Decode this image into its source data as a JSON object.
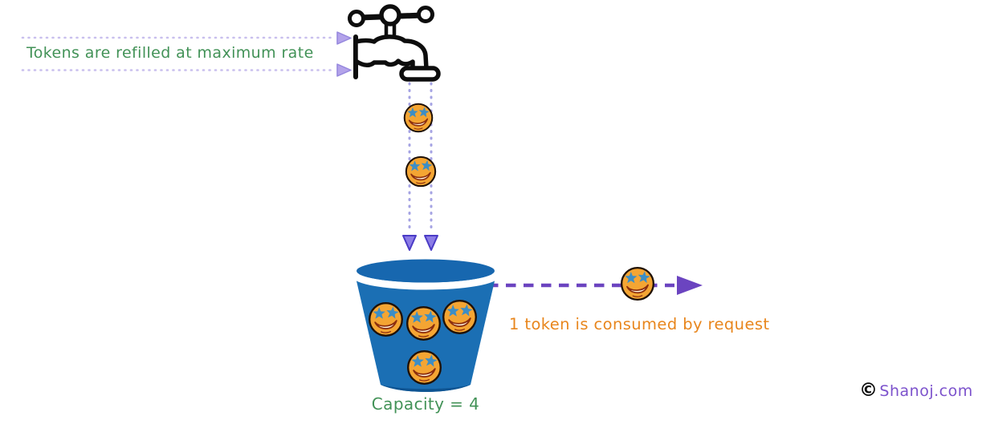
{
  "diagram": {
    "title": "token-bucket-rate-limiting",
    "bucket_capacity": 4,
    "tokens_in_bucket": 4,
    "tokens_falling_from_faucet": 2,
    "tokens_consumed_per_request": 1
  },
  "labels": {
    "refill": "Tokens are refilled at maximum rate",
    "capacity": "Capacity = 4",
    "consume": "1 token is consumed by request",
    "copyright_symbol": "©",
    "copyright_site": "Shanoj.com"
  },
  "icons": {
    "faucet": "faucet-icon",
    "token": "star-struck-token-icon",
    "bucket": "bucket-icon",
    "refill_arrows": "right-arrowhead-icons",
    "drop_arrows": "down-arrowhead-icons",
    "consume_arrow": "dashed-right-arrow-icon"
  },
  "colors": {
    "green": "#429257",
    "orange_text": "#e8861d",
    "purple": "#6b44c0",
    "light_purple": "#b3a3ea",
    "light_dot": "#c9c0ee",
    "periwinkle": "#a5a3e3",
    "down_arrow_fill": "#8b7ce6",
    "down_arrow_stroke": "#4a3bc6",
    "bucket_blue": "#1b6fb4",
    "bucket_rim": "#1767af",
    "bucket_shadow": "#0e5492",
    "token_fill": "#f4a533",
    "token_outline": "#201106",
    "star_blue": "#3d8ec5",
    "smile_red": "#8c2e0e",
    "copyright_purple": "#7c52cc",
    "ink": "#0d0d0d"
  }
}
